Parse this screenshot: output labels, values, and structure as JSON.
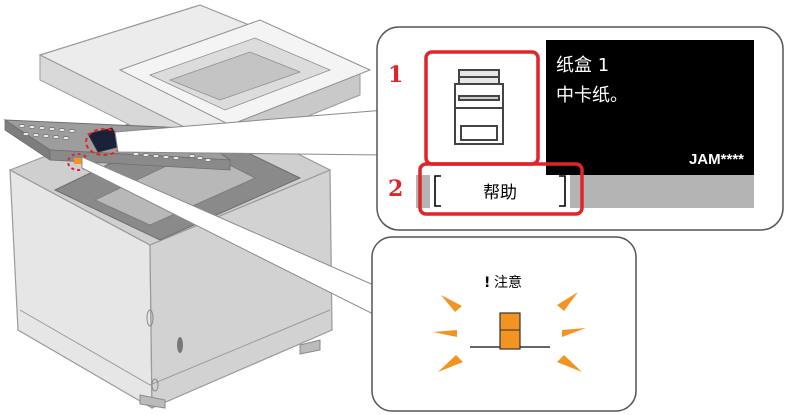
{
  "callout_1": {
    "number": "1"
  },
  "callout_2": {
    "number": "2"
  },
  "lcd": {
    "line1": "纸盒 1",
    "line2": "中卡纸。",
    "code": "JAM****",
    "help_button": "帮助"
  },
  "indicator": {
    "caution_mark": "!",
    "caution_label": "注意"
  },
  "colors": {
    "callout_red": "#e0242a",
    "lcd_bg": "#000000",
    "lcd_bar": "#b4b4b4",
    "attention_orange": "#f39422"
  }
}
